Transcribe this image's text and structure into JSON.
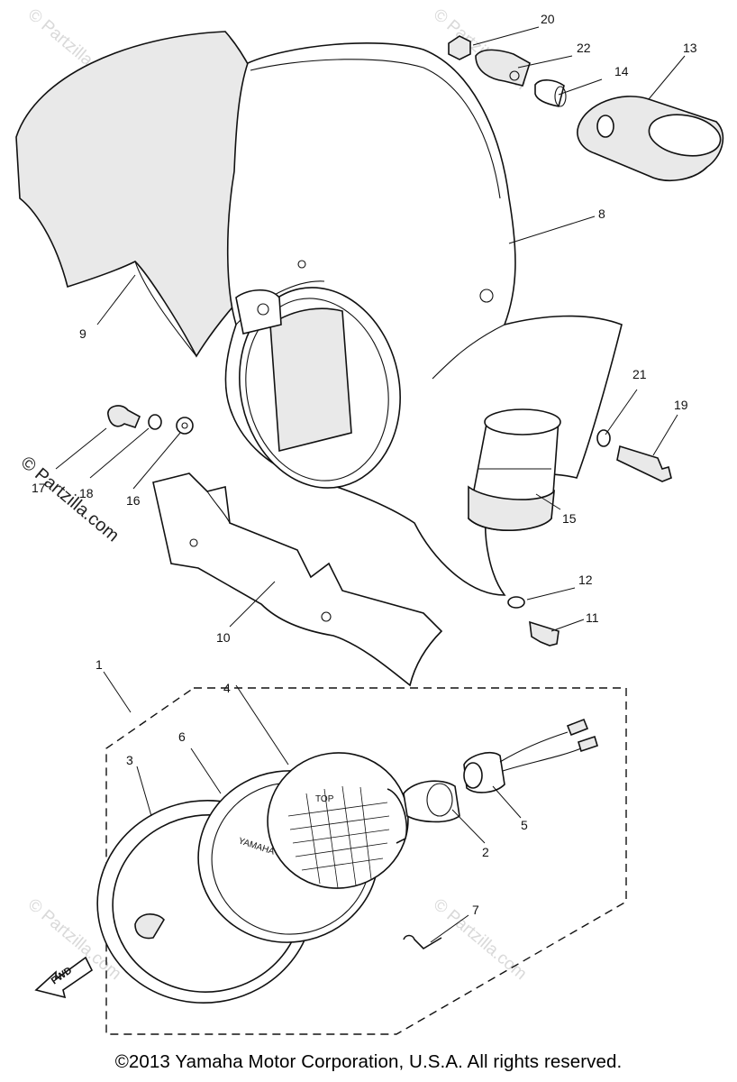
{
  "diagram": {
    "labels": {
      "p1": "1",
      "p2": "2",
      "p3": "3",
      "p4": "4",
      "p5": "5",
      "p6": "6",
      "p7": "7",
      "p8": "8",
      "p9": "9",
      "p10": "10",
      "p11": "11",
      "p12": "12",
      "p13": "13",
      "p14": "14",
      "p15": "15",
      "p16": "16",
      "p17": "17",
      "p18": "18",
      "p19": "19",
      "p20": "20",
      "p21": "21",
      "p22": "22"
    },
    "fwd_label": "FWD",
    "lens_top_text": "TOP",
    "rim_brand_text": "YAMAHA"
  },
  "watermark": "© Partzilla.com",
  "copyright": "©2013 Yamaha Motor Corporation, U.S.A. All rights reserved."
}
